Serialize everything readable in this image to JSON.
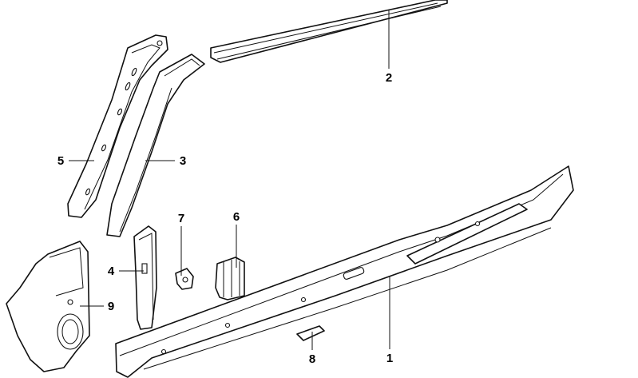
{
  "diagram": {
    "type": "exploded-parts-view",
    "callouts": [
      {
        "number": "1",
        "part": "sill"
      },
      {
        "number": "2",
        "part": "roof-rail"
      },
      {
        "number": "3",
        "part": "a-pillar-inner"
      },
      {
        "number": "4",
        "part": "bracket"
      },
      {
        "number": "5",
        "part": "a-pillar-outer"
      },
      {
        "number": "6",
        "part": "reinforcement-block"
      },
      {
        "number": "7",
        "part": "clip"
      },
      {
        "number": "8",
        "part": "small-bracket"
      },
      {
        "number": "9",
        "part": "side-panel"
      }
    ]
  }
}
